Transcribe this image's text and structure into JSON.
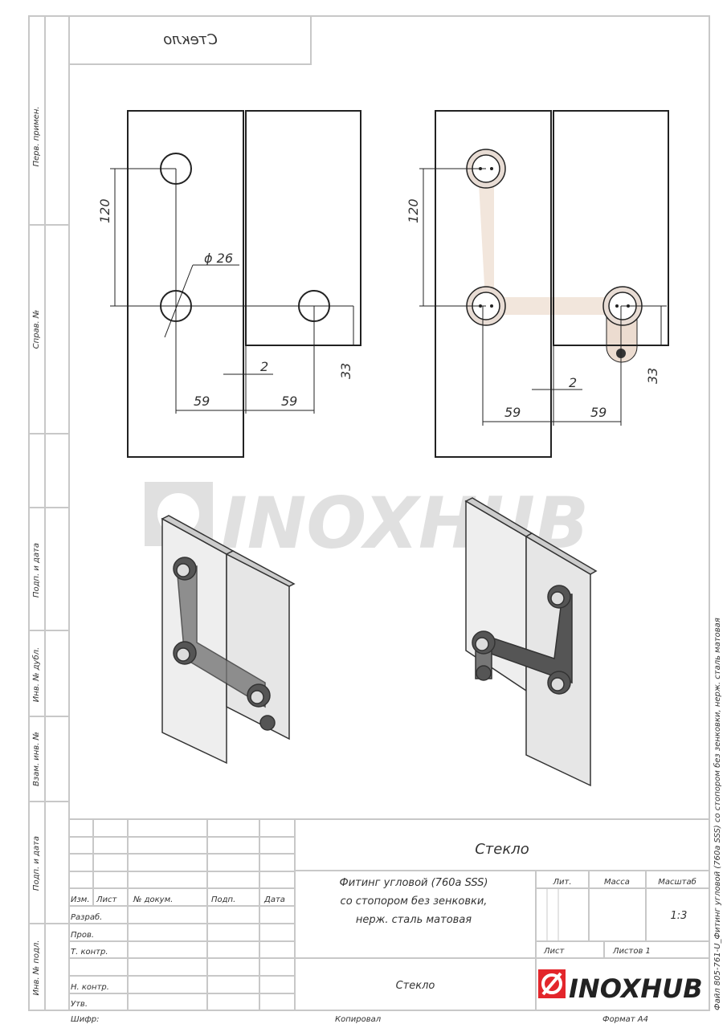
{
  "mirrored_label": "Стекло",
  "side_labels": [
    "Перв. примен.",
    "Справ. №",
    "Подп. и дата",
    "Инв. № дубл.",
    "Взам. инв. №",
    "Подп. и дата",
    "Инв. № подл."
  ],
  "dimensions": {
    "spacing": "120",
    "diameter": "ϕ 26",
    "gap": "2",
    "offset": "33",
    "horizontal_a": "59",
    "horizontal_b": "59"
  },
  "watermark": "INOXHUB",
  "title_block": {
    "material_title": "Стекло",
    "description": [
      "Фитинг угловой (760a SSS)",
      "со стопором без зенковки,",
      "нерж. сталь матовая"
    ],
    "headers": {
      "izm": "Изм.",
      "list": "Лист",
      "doc": "№ докум.",
      "sign": "Подп.",
      "date": "Дата"
    },
    "rows": [
      "Разраб.",
      "Пров.",
      "Т. контр.",
      "Н. контр.",
      "Утв."
    ],
    "lit": "Лит.",
    "mass": "Масса",
    "scale_label": "Масштаб",
    "scale": "1:3",
    "sheet": "Лист",
    "sheets": "Листов 1",
    "material_bottom": "Стекло",
    "logo": "INOXHUB"
  },
  "footer": {
    "cipher": "Шифр:",
    "copied": "Копировал",
    "format": "Формат А4"
  },
  "file_label": "Файл 805-761-U_Фитинг угловой (760a SSS) со стопором без зенковки, нерж. сталь матовая",
  "colors": {
    "frame": "#c8c8c8",
    "line": "#222222",
    "accent": "#e3262b",
    "beige": "#f2e6dc"
  }
}
